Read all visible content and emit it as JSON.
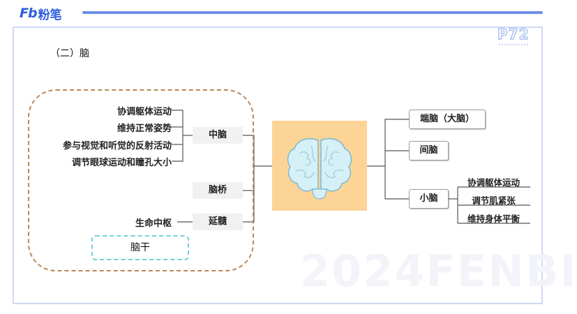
{
  "header": {
    "logo_mark": "Fb",
    "logo_text": "粉笔",
    "page_number": "P72",
    "brand_color": "#2f5de0"
  },
  "section_title": "（二）脑",
  "watermark": "2024FENBI",
  "left_group": {
    "midbrain": {
      "label": "中脑",
      "functions": [
        "协调躯体运动",
        "维持正常姿势",
        "参与视觉和听觉的反射活动",
        "调节眼球运动和瞳孔大小"
      ]
    },
    "pons": {
      "label": "脑桥"
    },
    "medulla": {
      "label": "延髓",
      "functions": [
        "生命中枢"
      ]
    },
    "group_label": "脑干"
  },
  "center_icon": "brain-icon",
  "right_group": {
    "cerebrum": {
      "label": "端脑（大脑）"
    },
    "diencephalon": {
      "label": "间脑"
    },
    "cerebellum": {
      "label": "小脑",
      "functions": [
        "协调躯体运动",
        "调节肌紧张",
        "维持身体平衡"
      ]
    }
  }
}
